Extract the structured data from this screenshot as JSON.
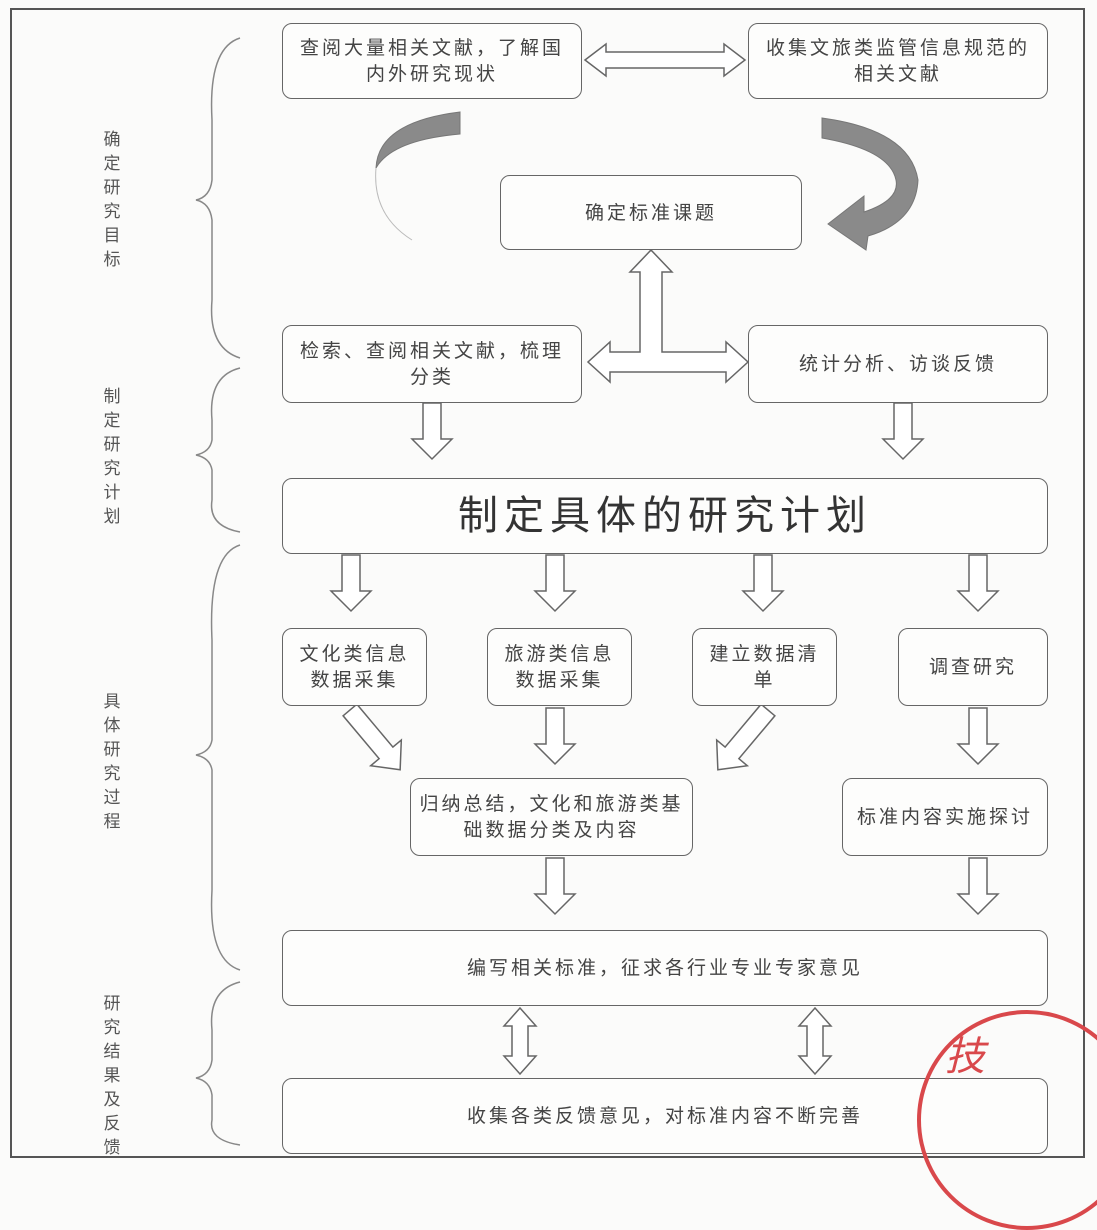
{
  "stages": [
    {
      "label": "确定研究目标"
    },
    {
      "label": "制定研究计划"
    },
    {
      "label": "具体研究过程"
    },
    {
      "label": "研究结果及反馈"
    }
  ],
  "nodes": {
    "literature_review": "查阅大量相关文献，了解国内外研究现状",
    "regulation_docs": "收集文旅类监管信息规范的相关文献",
    "topic": "确定标准课题",
    "retrieve": "检索、查阅相关文献，梳理分类",
    "statistics": "统计分析、访谈反馈",
    "plan": "制定具体的研究计划",
    "culture_data": "文化类信息数据采集",
    "tourism_data": "旅游类信息数据采集",
    "data_list": "建立数据清单",
    "survey": "调查研究",
    "summary": "归纳总结，文化和旅游类基础数据分类及内容",
    "standard_discussion": "标准内容实施探讨",
    "draft_standard": "编写相关标准，征求各行业专业专家意见",
    "feedback": "收集各类反馈意见，对标准内容不断完善"
  },
  "stamp": {
    "text": "技"
  }
}
